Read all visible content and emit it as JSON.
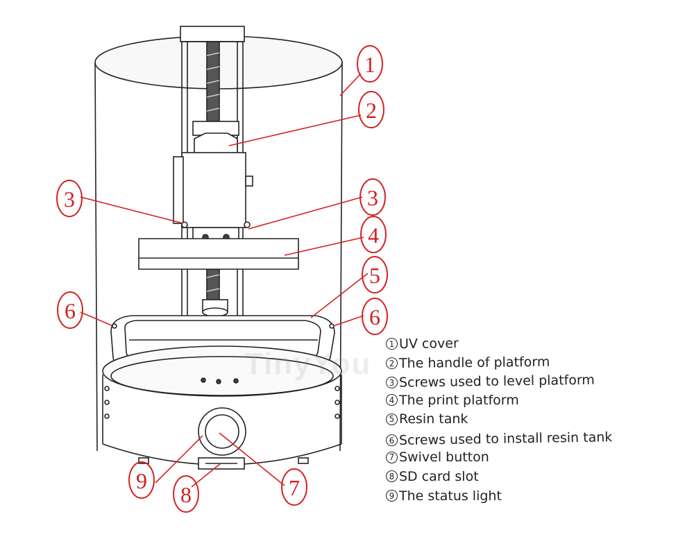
{
  "legend": [
    {
      "num": "1",
      "text": "UV cover"
    },
    {
      "num": "2",
      "text": "The handle of platform"
    },
    {
      "num": "3",
      "text": "Screws used to level platform"
    },
    {
      "num": "4",
      "text": "The print platform"
    },
    {
      "num": "5",
      "text": "Resin tank"
    },
    {
      "num": "6",
      "text": "Screws used to install resin tank"
    },
    {
      "num": "7",
      "text": "Swivel button"
    },
    {
      "num": "8",
      "text": "SD card slot"
    },
    {
      "num": "9",
      "text": "The status light"
    }
  ],
  "callouts": {
    "c1": "1",
    "c2": "2",
    "c3_left": "3",
    "c3_right": "3",
    "c4": "4",
    "c5": "5",
    "c6_left": "6",
    "c6_right": "6",
    "c7": "7",
    "c8": "8",
    "c9": "9"
  },
  "watermark": "TinyYou",
  "colors": {
    "callout": "#d42020",
    "line": "#222222"
  }
}
